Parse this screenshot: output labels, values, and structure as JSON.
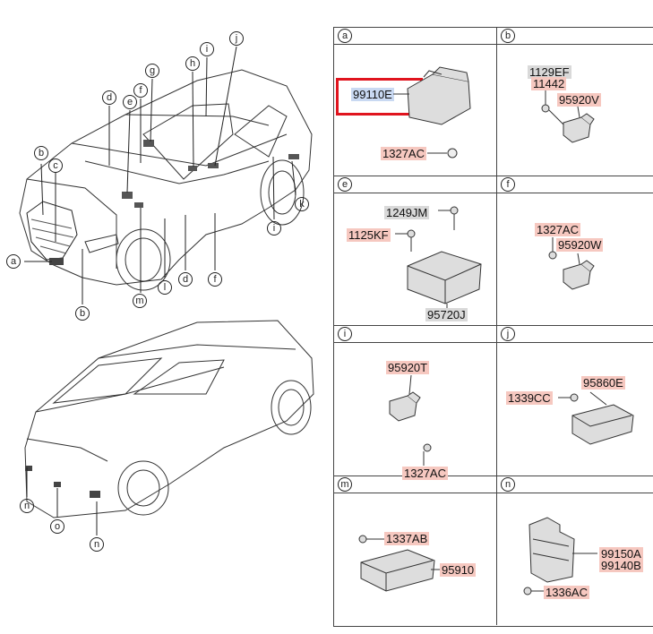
{
  "callouts_left": [
    "a",
    "b",
    "b",
    "c",
    "d",
    "d",
    "e",
    "f",
    "f",
    "g",
    "h",
    "i",
    "i",
    "j",
    "k",
    "l",
    "m",
    "n",
    "n",
    "o"
  ],
  "cells": {
    "a": {
      "letter": "a",
      "parts": [
        "99110E",
        "1327AC"
      ]
    },
    "b": {
      "letter": "b",
      "parts": [
        "1129EF",
        "11442",
        "95920V"
      ]
    },
    "e": {
      "letter": "e",
      "parts": [
        "1249JM",
        "1125KF",
        "95720J"
      ]
    },
    "f": {
      "letter": "f",
      "parts": [
        "1327AC",
        "95920W"
      ]
    },
    "i": {
      "letter": "i",
      "parts": [
        "95920T",
        "1327AC"
      ]
    },
    "j": {
      "letter": "j",
      "parts": [
        "95860E",
        "1339CC"
      ]
    },
    "m": {
      "letter": "m",
      "parts": [
        "1337AB",
        "95910"
      ]
    },
    "n": {
      "letter": "n",
      "parts": [
        "99150A",
        "99140B",
        "1336AC"
      ]
    }
  },
  "colors": {
    "highlight_border": "#e0141e",
    "label_red": "#f6c8c0",
    "label_gray": "#d9d9d9",
    "label_blue": "#c9d9f2"
  }
}
